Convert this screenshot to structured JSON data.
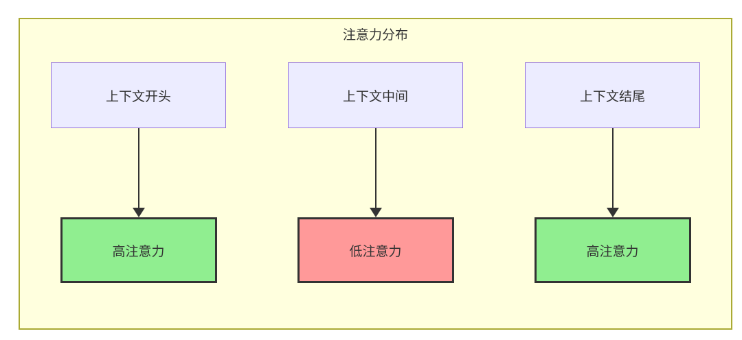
{
  "diagram": {
    "title": "注意力分布",
    "columns": [
      {
        "source": "上下文开头",
        "target": "高注意力",
        "attention_level": "high"
      },
      {
        "source": "上下文中间",
        "target": "低注意力",
        "attention_level": "low"
      },
      {
        "source": "上下文结尾",
        "target": "高注意力",
        "attention_level": "high"
      }
    ],
    "colors": {
      "container_fill": "#FFFFDE",
      "container_border": "#AAAA33",
      "source_node_fill": "#ECECFF",
      "source_node_border": "#9370DB",
      "high_attention_fill": "#90EE90",
      "low_attention_fill": "#FF9999",
      "target_node_border": "#333333",
      "arrow": "#333333",
      "text": "#333333"
    }
  }
}
